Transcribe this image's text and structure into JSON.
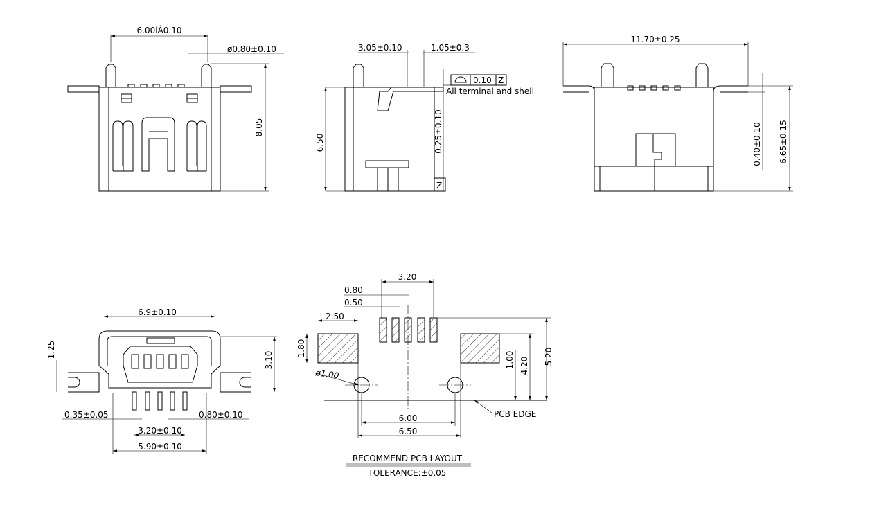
{
  "front_view": {
    "width": "6.00iÂ0.10",
    "post_dia": "ø0.80±0.10",
    "height": "8.05"
  },
  "side_view": {
    "pitch": "3.05±0.10",
    "lead": "1.05±0.3",
    "height": "6.50",
    "offset": "0.25±0.10",
    "tolerance_value": "0.10",
    "datum": "Z",
    "datum_box": "Z",
    "note": "All terminal and shell"
  },
  "rear_view": {
    "width": "11.70±0.25",
    "flange": "0.40±0.10",
    "height": "6.65±0.15"
  },
  "bottom_view": {
    "width": "6.9±0.10",
    "flange_h": "1.25",
    "height": "3.10",
    "pin_w": "0.35±0.05",
    "pin_pitch": "0.80±0.10",
    "pin_span": "3.20±0.10",
    "post_span": "5.90±0.10"
  },
  "pcb_layout": {
    "pad_span": "3.20",
    "pitch": "0.80",
    "pad_w": "0.50",
    "shell_pad_w": "2.50",
    "shell_pad_h": "1.80",
    "hole_dia": "ø1.00",
    "hole_offset": "1.00",
    "shell_pad_y": "4.20",
    "pad_y": "5.20",
    "edge_label": "PCB  EDGE",
    "hole_span": "6.00",
    "outer_span": "6.50",
    "title": "RECOMMEND  PCB  LAYOUT",
    "tolerance": "TOLERANCE:±0.05"
  }
}
